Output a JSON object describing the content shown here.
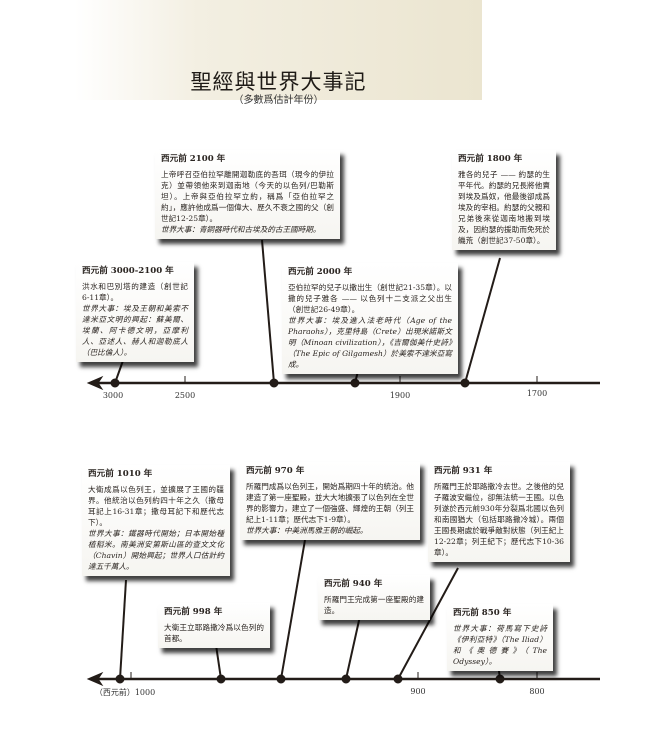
{
  "header": {
    "title": "聖經與世界大事記",
    "subtitle": "（多數爲估計年份）"
  },
  "timeline1": {
    "axis_labels": [
      "3000",
      "2500",
      "1900",
      "1700"
    ],
    "events": [
      {
        "date": "西元前 3000-2100 年",
        "text": "洪水和巴別塔的建造（創世記6-11章）。",
        "world": "世界大事：埃及王朝和美索不達米亞文明的興起：蘇美爾、埃蘭、阿卡德文明，亞摩利人、亞述人、赫人和迦勒底人（巴比倫人）。"
      },
      {
        "date": "西元前 2100 年",
        "text": "上帝呼召亞伯拉罕離開迦勒底的吾珥（現今的伊拉克）並帶領他來到迦南地（今天的以色列/巴勒斯坦）。上帝與亞伯拉罕立約，稱爲「亞伯拉罕之約」，應許他成爲一個偉大、歷久不衰之國的父（創世記12-25章）。",
        "world": "世界大事：青銅器時代和古埃及的古王國時期。"
      },
      {
        "date": "西元前 2000 年",
        "text": "亞伯拉罕的兒子以撒出生（創世記21-35章）。以撒的兒子雅各 —— 以色列十二支派之父出生（創世記26-49章）。",
        "world": "世界大事：埃及進入法老時代（Age of the Pharaohs），克里特島（Crete）出現米諾斯文明（Minoan civilization），《吉爾伽美什史詩》（The Epic of Gilgamesh）於美索不達米亞寫成。"
      },
      {
        "date": "西元前 1800 年",
        "text": "雅各的兒子 —— 約瑟的生平年代。約瑟的兄長將他賣到埃及爲奴，他最後卻成爲埃及的宰相。約瑟的父親和兄弟後來從迦南地搬到埃及，因約瑟的援助而免死於饑荒（創世記37-50章）。",
        "world": ""
      }
    ]
  },
  "timeline2": {
    "axis_labels": [
      "（西元前）1000",
      "900",
      "800"
    ],
    "events": [
      {
        "date": "西元前 1010 年",
        "text": "大衛成爲以色列王，並擴展了王國的疆界。他統治以色列約四十年之久（撒母耳記上16-31章；撒母耳記下和歷代志下）。",
        "world": "世界大事：鐵器時代開始；日本開始種植稻米。南美洲安第斯山區的查文文化（Chavin）開始興起；世界人口估計約達五千萬人。"
      },
      {
        "date": "西元前 998 年",
        "text": "大衛王立耶路撒冷爲以色列的首都。",
        "world": ""
      },
      {
        "date": "西元前 970 年",
        "text": "所羅門成爲以色列王，開始爲期四十年的統治。他建造了第一座聖殿，並大大地擴張了以色列在全世界的影響力，建立了一個強盛、輝煌的王朝（列王紀上1-11章；歷代志下1-9章）。",
        "world": "世界大事：中美洲馬雅王朝的崛起。"
      },
      {
        "date": "西元前 940 年",
        "text": "所羅門王完成第一座聖殿的建造。",
        "world": ""
      },
      {
        "date": "西元前 931 年",
        "text": "所羅門王於耶路撒冷去世。之後他的兒子羅波安繼位，卻無法統一王國。以色列遂於西元前930年分裂爲北國以色列和南國猶大（包括耶路撒冷城）。兩個王國長期處於戰爭敵對狀態（列王紀上12-22章；列王紀下；歷代志下10-36章）。",
        "world": ""
      },
      {
        "date": "西元前 850 年",
        "text": "",
        "world": "世界大事：荷馬寫下史詩《伊利亞特》（The Iliad）和《奧德賽》（The Odyssey）。"
      }
    ]
  }
}
